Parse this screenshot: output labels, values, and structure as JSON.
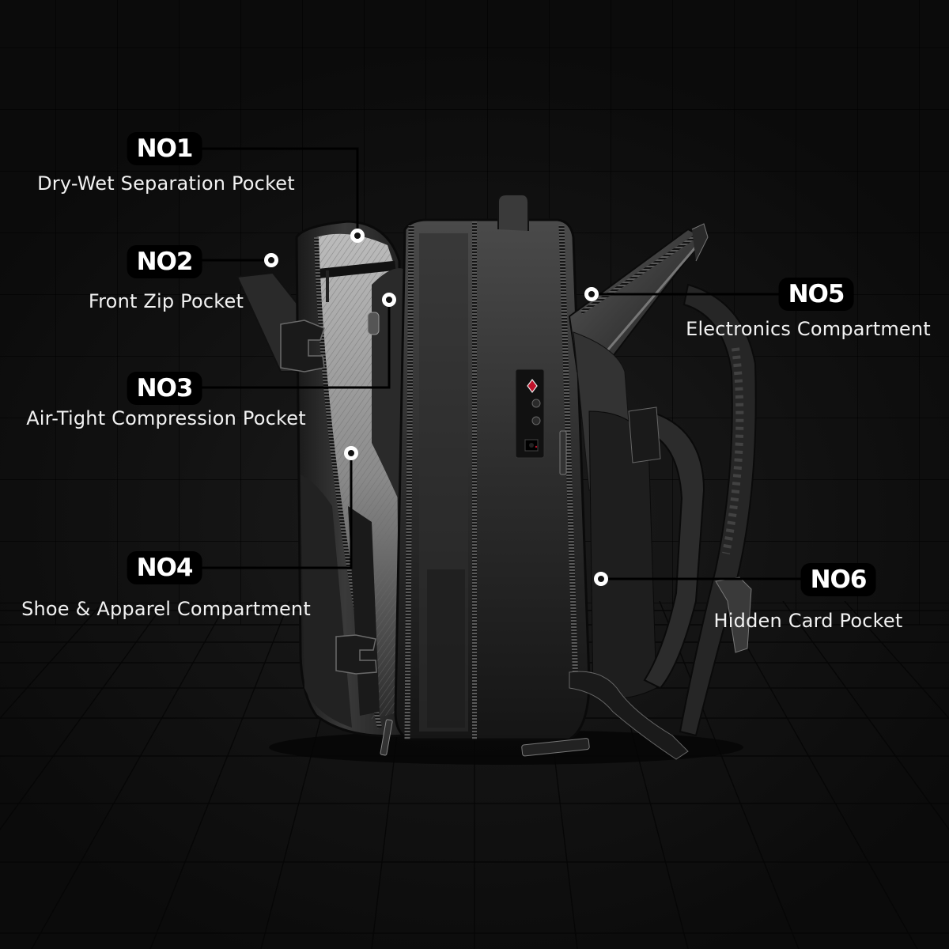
{
  "colors": {
    "background": "#0e0e0e",
    "badge_bg": "#000000",
    "text": "#ffffff",
    "leader_line": "#000000",
    "lock_accent": "#c0122a"
  },
  "callouts": [
    {
      "number": "NO1",
      "label": "Dry-Wet Separation Pocket"
    },
    {
      "number": "NO2",
      "label": "Front Zip Pocket"
    },
    {
      "number": "NO3",
      "label": "Air-Tight Compression Pocket"
    },
    {
      "number": "NO4",
      "label": "Shoe & Apparel Compartment"
    },
    {
      "number": "NO5",
      "label": "Electronics Compartment"
    },
    {
      "number": "NO6",
      "label": "Hidden Card Pocket"
    }
  ],
  "product": {
    "name": "backpack",
    "features": [
      "tsa-combination-lock",
      "usb-port",
      "side-buckles",
      "shoulder-straps",
      "top-handle"
    ]
  }
}
